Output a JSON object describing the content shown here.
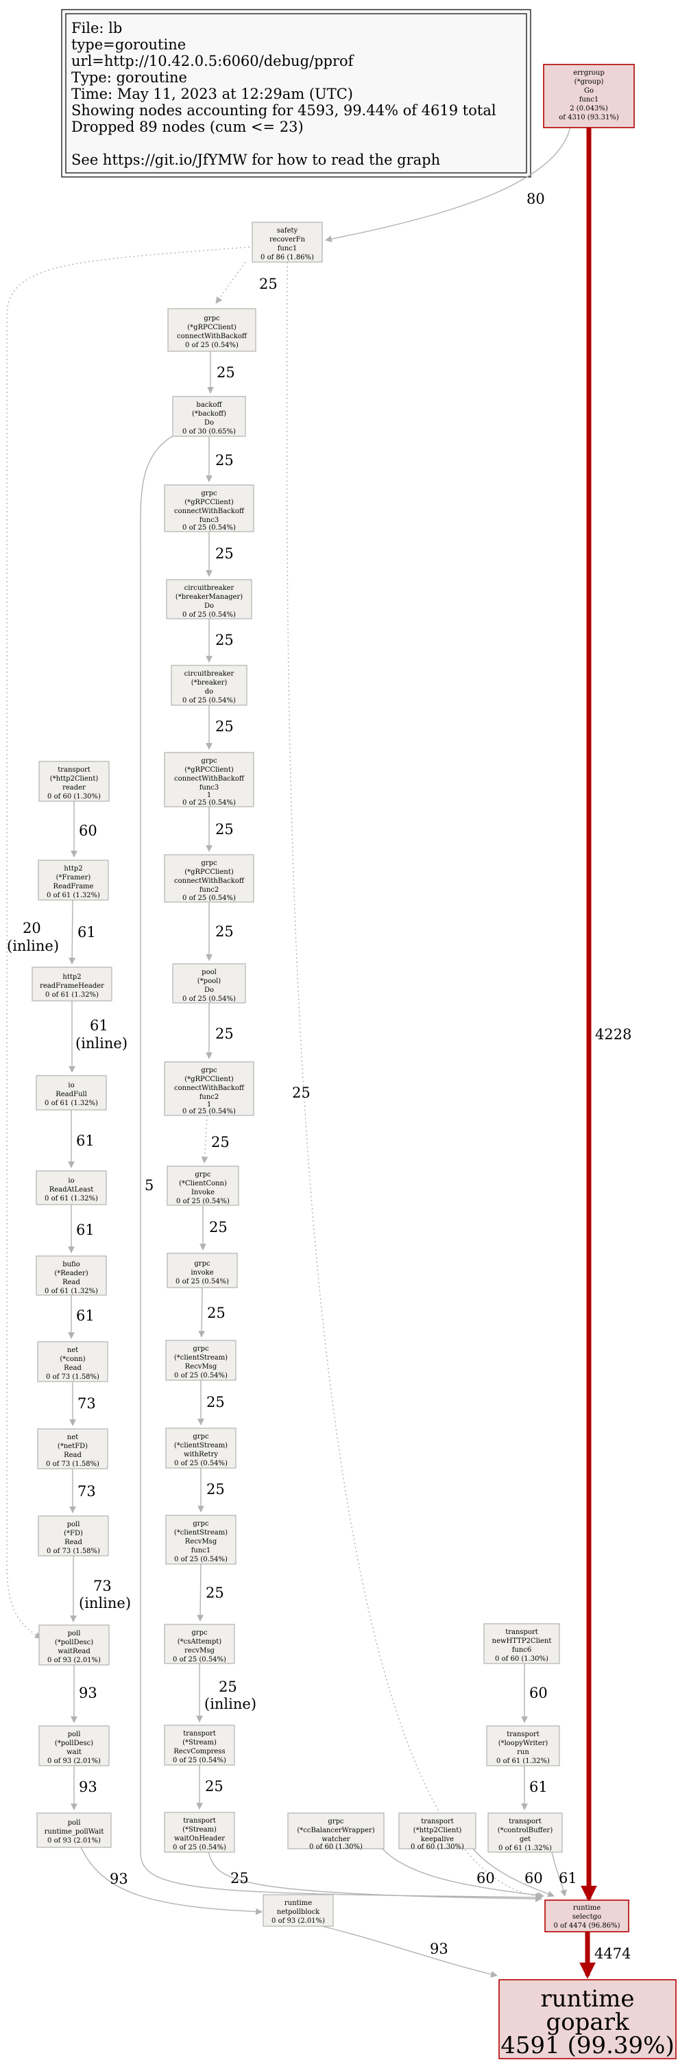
{
  "legend": {
    "lines": [
      "File: lb",
      "type=goroutine",
      "url=http://10.42.0.5:6060/debug/pprof",
      "Type: goroutine",
      "Time: May 11, 2023 at 12:29am (UTC)",
      "Showing nodes accounting for 4593, 99.44% of 4619 total",
      "Dropped 89 nodes (cum <= 23)",
      "",
      "See https://git.io/JfYMW for how to read the graph"
    ]
  },
  "nodes": {
    "errgroup": [
      "errgroup",
      "(*group)",
      "Go",
      "func1",
      "2 (0.043%)",
      "of 4310 (93.31%)"
    ],
    "safety": [
      "safety",
      "recoverFn",
      "func1",
      "0 of 86 (1.86%)"
    ],
    "grpc_cwb": [
      "grpc",
      "(*gRPCClient)",
      "connectWithBackoff",
      "0 of 25 (0.54%)"
    ],
    "backoff": [
      "backoff",
      "(*backoff)",
      "Do",
      "0 of 30 (0.65%)"
    ],
    "grpc_cwb_f3": [
      "grpc",
      "(*gRPCClient)",
      "connectWithBackoff",
      "func3",
      "0 of 25 (0.54%)"
    ],
    "cb_manager": [
      "circuitbreaker",
      "(*breakerManager)",
      "Do",
      "0 of 25 (0.54%)"
    ],
    "cb_do": [
      "circuitbreaker",
      "(*breaker)",
      "do",
      "0 of 25 (0.54%)"
    ],
    "grpc_cwb_f3_1": [
      "grpc",
      "(*gRPCClient)",
      "connectWithBackoff",
      "func3",
      "1",
      "0 of 25 (0.54%)"
    ],
    "grpc_cwb_f2": [
      "grpc",
      "(*gRPCClient)",
      "connectWithBackoff",
      "func2",
      "0 of 25 (0.54%)"
    ],
    "pool_do": [
      "pool",
      "(*pool)",
      "Do",
      "0 of 25 (0.54%)"
    ],
    "grpc_cwb_f2_1": [
      "grpc",
      "(*gRPCClient)",
      "connectWithBackoff",
      "func2",
      "1",
      "0 of 25 (0.54%)"
    ],
    "grpc_invoke_cc": [
      "grpc",
      "(*ClientConn)",
      "Invoke",
      "0 of 25 (0.54%)"
    ],
    "grpc_invoke": [
      "grpc",
      "invoke",
      "0 of 25 (0.54%)"
    ],
    "grpc_cs_recv": [
      "grpc",
      "(*clientStream)",
      "RecvMsg",
      "0 of 25 (0.54%)"
    ],
    "grpc_cs_retry": [
      "grpc",
      "(*clientStream)",
      "withRetry",
      "0 of 25 (0.54%)"
    ],
    "grpc_cs_recv_f1": [
      "grpc",
      "(*clientStream)",
      "RecvMsg",
      "func1",
      "0 of 25 (0.54%)"
    ],
    "grpc_csattempt": [
      "grpc",
      "(*csAttempt)",
      "recvMsg",
      "0 of 25 (0.54%)"
    ],
    "transport_recvcompress": [
      "transport",
      "(*Stream)",
      "RecvCompress",
      "0 of 25 (0.54%)"
    ],
    "transport_waitheader": [
      "transport",
      "(*Stream)",
      "waitOnHeader",
      "0 of 25 (0.54%)"
    ],
    "transport_reader": [
      "transport",
      "(*http2Client)",
      "reader",
      "0 of 60 (1.30%)"
    ],
    "http2_readframe": [
      "http2",
      "(*Framer)",
      "ReadFrame",
      "0 of 61 (1.32%)"
    ],
    "http2_readframeheader": [
      "http2",
      "readFrameHeader",
      "0 of 61 (1.32%)"
    ],
    "io_readfull": [
      "io",
      "ReadFull",
      "0 of 61 (1.32%)"
    ],
    "io_readatleast": [
      "io",
      "ReadAtLeast",
      "0 of 61 (1.32%)"
    ],
    "bufio_read": [
      "bufio",
      "(*Reader)",
      "Read",
      "0 of 61 (1.32%)"
    ],
    "net_conn_read": [
      "net",
      "(*conn)",
      "Read",
      "0 of 73 (1.58%)"
    ],
    "net_netfd_read": [
      "net",
      "(*netFD)",
      "Read",
      "0 of 73 (1.58%)"
    ],
    "poll_fd_read": [
      "poll",
      "(*FD)",
      "Read",
      "0 of 73 (1.58%)"
    ],
    "poll_waitread": [
      "poll",
      "(*pollDesc)",
      "waitRead",
      "0 of 93 (2.01%)"
    ],
    "poll_wait": [
      "poll",
      "(*pollDesc)",
      "wait",
      "0 of 93 (2.01%)"
    ],
    "poll_runtime_pollwait": [
      "poll",
      "runtime_pollWait",
      "0 of 93 (2.01%)"
    ],
    "runtime_netpollblock": [
      "runtime",
      "netpollblock",
      "0 of 93 (2.01%)"
    ],
    "transport_newhttp2client": [
      "transport",
      "newHTTP2Client",
      "func6",
      "0 of 60 (1.30%)"
    ],
    "transport_loopywriter": [
      "transport",
      "(*loopyWriter)",
      "run",
      "0 of 61 (1.32%)"
    ],
    "transport_controlbuffer": [
      "transport",
      "(*controlBuffer)",
      "get",
      "0 of 61 (1.32%)"
    ],
    "grpc_ccbw": [
      "grpc",
      "(*ccBalancerWrapper)",
      "watcher",
      "0 of 60 (1.30%)"
    ],
    "transport_keepalive": [
      "transport",
      "(*http2Client)",
      "keepalive",
      "0 of 60 (1.30%)"
    ],
    "runtime_selectgo": [
      "runtime",
      "selectgo",
      "0 of 4474 (96.86%)"
    ],
    "runtime_gopark": [
      "runtime",
      "gopark",
      "4591 (99.39%)"
    ]
  },
  "edges": {
    "e_errgroup_safety": "80",
    "e_errgroup_selectgo": "4228",
    "e_safety_cwb": "25",
    "e_safety_selectgo": "25",
    "e_safety_waitread_1": "20",
    "e_safety_waitread_2": "(inline)",
    "e_cwb_backoff": "25",
    "e_backoff_f3": "25",
    "e_backoff_selectgo": "5",
    "e_f3_cbm": "25",
    "e_cbm_cbdo": "25",
    "e_cbdo_f31": "25",
    "e_f31_f2": "25",
    "e_f2_pool": "25",
    "e_pool_f21": "25",
    "e_f21_invokecc": "25",
    "e_invokecc_invoke": "25",
    "e_invoke_csrecv": "25",
    "e_csrecv_retry": "25",
    "e_retry_recvf1": "25",
    "e_recvf1_csattempt": "25",
    "e_csattempt_recvcompress_1": "25",
    "e_csattempt_recvcompress_2": "(inline)",
    "e_recvcompress_waitheader": "25",
    "e_waitheader_selectgo": "25",
    "e_reader_readframe": "60",
    "e_readframe_header": "61",
    "e_header_readfull_1": "61",
    "e_header_readfull_2": "(inline)",
    "e_readfull_readatleast": "61",
    "e_readatleast_bufio": "61",
    "e_bufio_netconn": "61",
    "e_netconn_netfd": "73",
    "e_netfd_pollfd": "73",
    "e_pollfd_waitread_1": "73",
    "e_pollfd_waitread_2": "(inline)",
    "e_waitread_wait": "93",
    "e_wait_pollwait": "93",
    "e_pollwait_netpollblock": "93",
    "e_netpollblock_gopark": "93",
    "e_newhttp2_loopy": "60",
    "e_loopy_controlbuffer": "61",
    "e_ccbw_selectgo": "60",
    "e_keepalive_selectgo": "60",
    "e_controlbuffer_selectgo": "61",
    "e_selectgo_gopark": "4474"
  },
  "colors": {
    "hot_edge": "#b20000",
    "hot_fill": "#edd5d5",
    "node_fill": "#f0efeb",
    "edge": "#b2b2b2"
  }
}
